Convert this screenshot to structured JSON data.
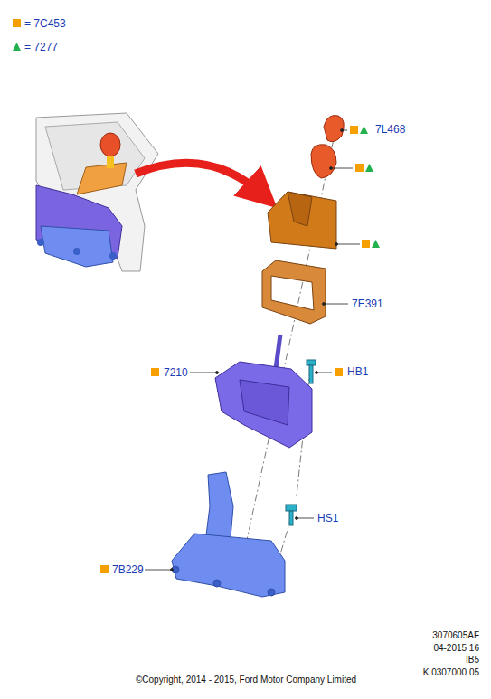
{
  "diagram": {
    "labels": [
      "7L468",
      "7E391",
      "7210",
      "HB1",
      "HS1",
      "7B229",
      "3070605AF",
      "04-2015 16",
      "IB5",
      "K 0307000 05",
      "©Copyright, 2014 - 2015, Ford Motor Company Limited"
    ],
    "legend": [
      {
        "text": "= 7C453",
        "color": "#f5a000"
      },
      {
        "text": "= 7277"
      }
    ]
  }
}
